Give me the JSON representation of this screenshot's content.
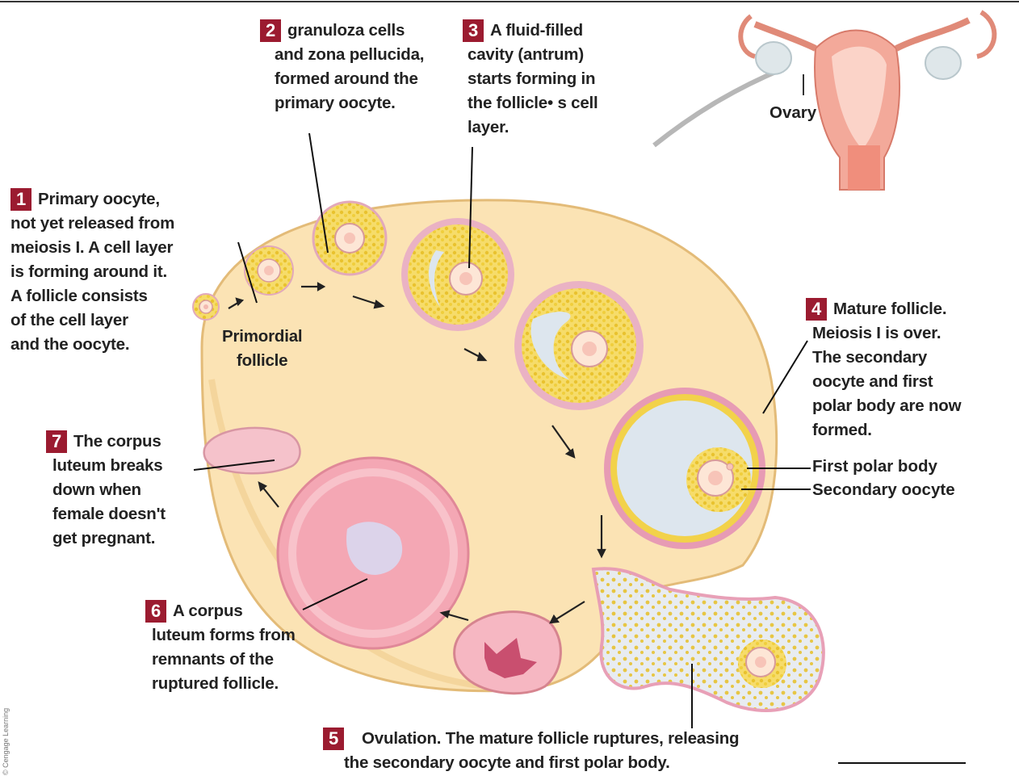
{
  "steps": [
    {
      "num": "1",
      "lines": [
        "Primary oocyte,",
        "not yet released from",
        "meiosis I. A cell layer",
        "is forming around it.",
        "A follicle consists",
        "of the cell layer",
        "and the oocyte."
      ]
    },
    {
      "num": "2",
      "lines": [
        "granuloza cells",
        "and zona pellucida,",
        "formed around the",
        "primary oocyte."
      ]
    },
    {
      "num": "3",
      "lines": [
        "A fluid-filled",
        "cavity (antrum)",
        "starts forming in",
        "the follicle• s cell",
        "layer."
      ]
    },
    {
      "num": "4",
      "lines": [
        "Mature follicle.",
        "Meiosis I is over.",
        "The secondary",
        "oocyte and first",
        "polar body are now",
        "formed."
      ]
    },
    {
      "num": "5",
      "lines": [
        "Ovulation. The mature follicle ruptures, releasing",
        "the secondary oocyte and first polar body."
      ]
    },
    {
      "num": "6",
      "lines": [
        "A corpus",
        "luteum forms from",
        "remnants of the",
        "ruptured follicle."
      ]
    },
    {
      "num": "7",
      "lines": [
        "The corpus",
        "luteum breaks",
        "down when",
        "female doesn't",
        "get pregnant."
      ]
    }
  ],
  "labels": {
    "ovary": "Ovary",
    "primordial": [
      "Primordial",
      "follicle"
    ],
    "first_polar_body": "First polar body",
    "secondary_oocyte": "Secondary oocyte",
    "credit": "© Cengage Learning"
  },
  "colors": {
    "ovary_fill": "#fbe3b4",
    "ovary_edge": "#e8c383",
    "granulosa": "#f2d24a",
    "theca": "#e79bb4",
    "antrum": "#dde6ee",
    "corpus_luteum": "#f4a7b4",
    "badge": "#9b1b30",
    "uterus": "#f0a08f"
  }
}
